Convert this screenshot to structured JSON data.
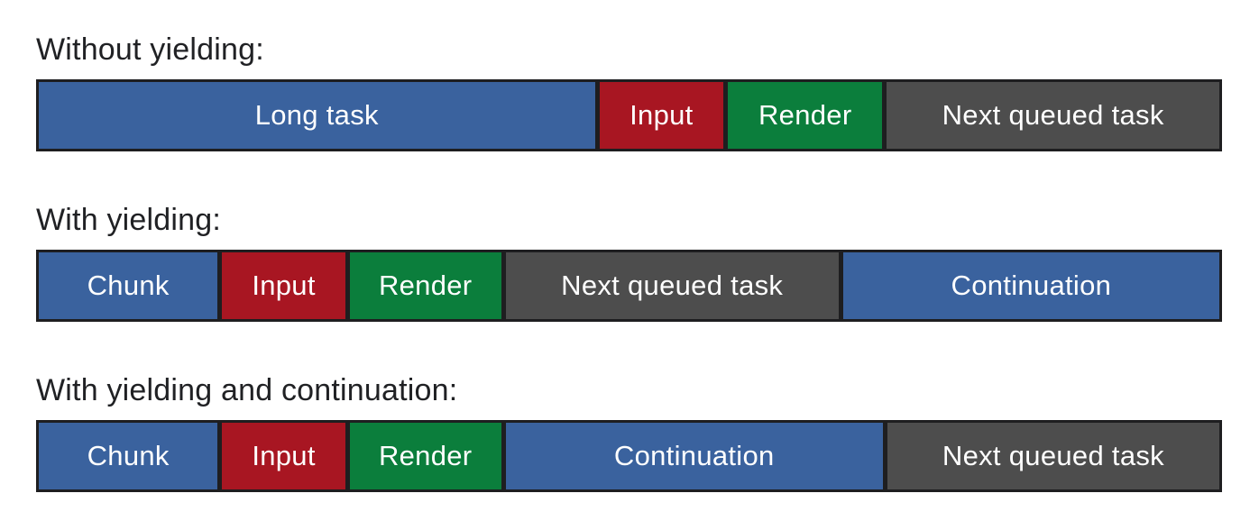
{
  "palette": {
    "blue": "#3A629E",
    "red": "#A81622",
    "green": "#0B7E3C",
    "gray": "#4D4D4D",
    "border": "#1E1E20",
    "label_text": "#202124",
    "bar_text": "#FFFFFF"
  },
  "sections": [
    {
      "label": "Without yielding:",
      "segments": [
        {
          "label": "Long task",
          "color": "blue",
          "weight": 627
        },
        {
          "label": "Input",
          "color": "red",
          "weight": 140
        },
        {
          "label": "Render",
          "color": "green",
          "weight": 174
        },
        {
          "label": "Next queued task",
          "color": "gray",
          "weight": 375
        }
      ]
    },
    {
      "label": "With yielding:",
      "segments": [
        {
          "label": "Chunk",
          "color": "blue",
          "weight": 202
        },
        {
          "label": "Input",
          "color": "red",
          "weight": 139
        },
        {
          "label": "Render",
          "color": "green",
          "weight": 171
        },
        {
          "label": "Next queued task",
          "color": "gray",
          "weight": 376
        },
        {
          "label": "Continuation",
          "color": "blue",
          "weight": 425
        }
      ]
    },
    {
      "label": "With yielding and continuation:",
      "segments": [
        {
          "label": "Chunk",
          "color": "blue",
          "weight": 202
        },
        {
          "label": "Input",
          "color": "red",
          "weight": 139
        },
        {
          "label": "Render",
          "color": "green",
          "weight": 171
        },
        {
          "label": "Continuation",
          "color": "blue",
          "weight": 426
        },
        {
          "label": "Next queued task",
          "color": "gray",
          "weight": 375
        }
      ]
    }
  ]
}
